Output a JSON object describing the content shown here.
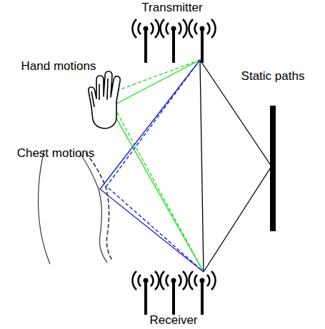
{
  "diagram": {
    "labels": [
      "Transmitter",
      "Hand motions",
      "Static paths",
      "Chest motions",
      "Receiver"
    ]
  }
}
